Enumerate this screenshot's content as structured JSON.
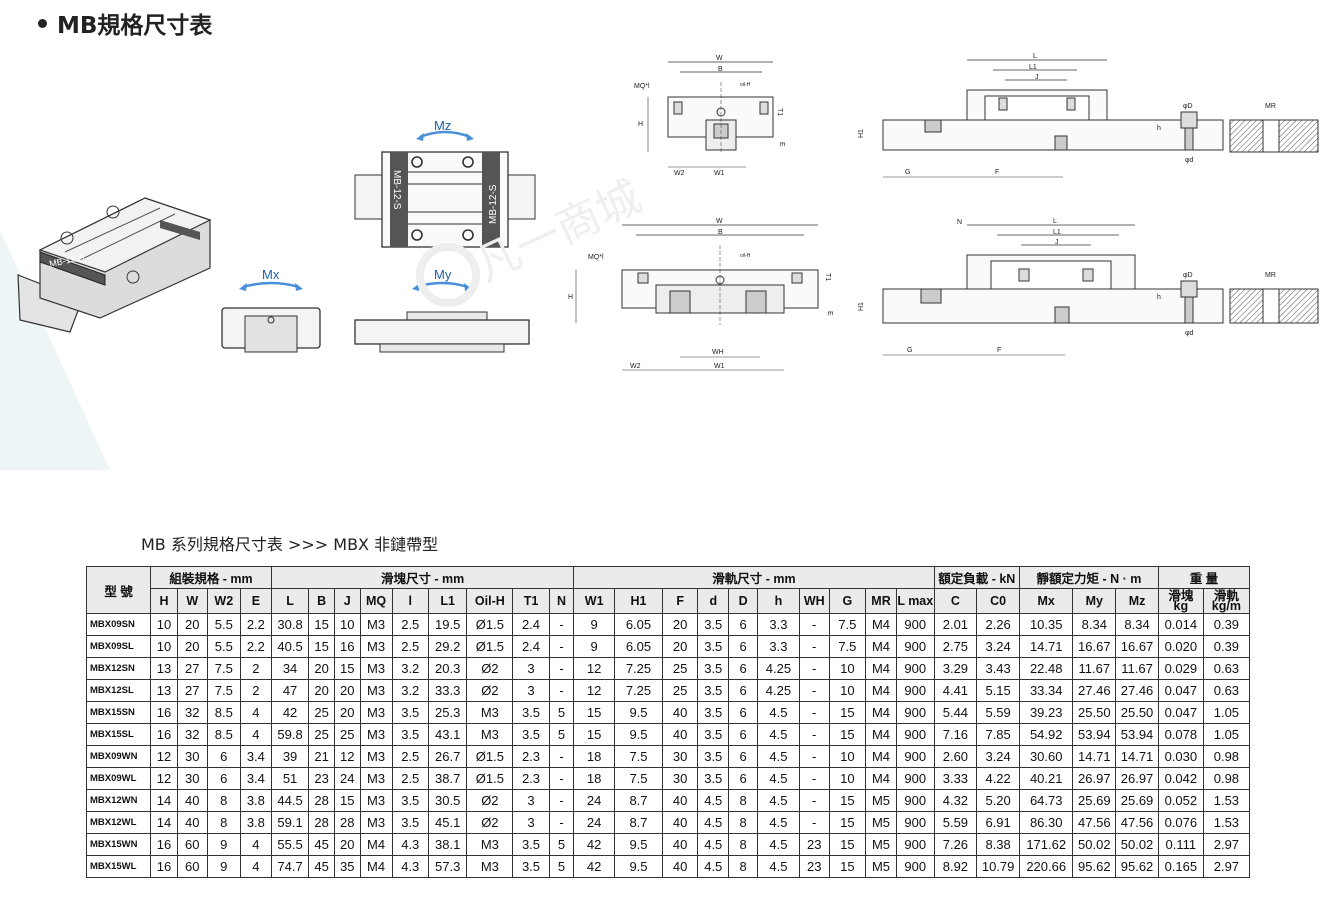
{
  "page": {
    "title": "MB規格尺寸表",
    "subtitle": "MB 系列規格尺寸表 >>>  MBX 非鏈帶型"
  },
  "figure_labels": {
    "mz": "Mz",
    "mx": "Mx",
    "my": "My",
    "block_marking_top": "MB-12-S",
    "block_marking_left": "MB-12-S",
    "block_marking_right": "MB-12-S",
    "w": "W",
    "b": "B",
    "mq": "MQ*l",
    "h": "H",
    "t1": "T1",
    "e": "E",
    "w2": "W2",
    "w1": "W1",
    "wh": "WH",
    "oil": "oil-H",
    "l": "L",
    "l1": "L1",
    "j": "J",
    "h1": "H1",
    "g": "G",
    "f": "F",
    "phi_d": "φD",
    "phi_d_small": "φd",
    "h_small": "h",
    "mr": "MR",
    "n": "N"
  },
  "watermark": {
    "text": "凡一商城"
  },
  "table": {
    "group_headers": {
      "model": "型 號",
      "assembly": "組裝規格 - mm",
      "block": "滑塊尺寸 - mm",
      "rail": "滑軌尺寸 - mm",
      "load": "額定負載 - kN",
      "moment": "靜額定力矩 - N · m",
      "weight": "重  量"
    },
    "columns": [
      "H",
      "W",
      "W2",
      "E",
      "L",
      "B",
      "J",
      "MQ",
      "l",
      "L1",
      "Oil-H",
      "T1",
      "N",
      "W1",
      "H1",
      "F",
      "d",
      "D",
      "h",
      "WH",
      "G",
      "MR",
      "L max",
      "C",
      "C0",
      "Mx",
      "My",
      "Mz"
    ],
    "weight_columns": [
      {
        "line1": "滑塊",
        "line2": "kg"
      },
      {
        "line1": "滑軌",
        "line2": "kg/m"
      }
    ],
    "rows": [
      {
        "model": "MBX09SN",
        "cells": [
          "10",
          "20",
          "5.5",
          "2.2",
          "30.8",
          "15",
          "10",
          "M3",
          "2.5",
          "19.5",
          "Ø1.5",
          "2.4",
          "-",
          "9",
          "6.05",
          "20",
          "3.5",
          "6",
          "3.3",
          "-",
          "7.5",
          "M4",
          "900",
          "2.01",
          "2.26",
          "10.35",
          "8.34",
          "8.34",
          "0.014",
          "0.39"
        ]
      },
      {
        "model": "MBX09SL",
        "cells": [
          "10",
          "20",
          "5.5",
          "2.2",
          "40.5",
          "15",
          "16",
          "M3",
          "2.5",
          "29.2",
          "Ø1.5",
          "2.4",
          "-",
          "9",
          "6.05",
          "20",
          "3.5",
          "6",
          "3.3",
          "-",
          "7.5",
          "M4",
          "900",
          "2.75",
          "3.24",
          "14.71",
          "16.67",
          "16.67",
          "0.020",
          "0.39"
        ]
      },
      {
        "model": "MBX12SN",
        "cells": [
          "13",
          "27",
          "7.5",
          "2",
          "34",
          "20",
          "15",
          "M3",
          "3.2",
          "20.3",
          "Ø2",
          "3",
          "-",
          "12",
          "7.25",
          "25",
          "3.5",
          "6",
          "4.25",
          "-",
          "10",
          "M4",
          "900",
          "3.29",
          "3.43",
          "22.48",
          "11.67",
          "11.67",
          "0.029",
          "0.63"
        ]
      },
      {
        "model": "MBX12SL",
        "cells": [
          "13",
          "27",
          "7.5",
          "2",
          "47",
          "20",
          "20",
          "M3",
          "3.2",
          "33.3",
          "Ø2",
          "3",
          "-",
          "12",
          "7.25",
          "25",
          "3.5",
          "6",
          "4.25",
          "-",
          "10",
          "M4",
          "900",
          "4.41",
          "5.15",
          "33.34",
          "27.46",
          "27.46",
          "0.047",
          "0.63"
        ]
      },
      {
        "model": "MBX15SN",
        "cells": [
          "16",
          "32",
          "8.5",
          "4",
          "42",
          "25",
          "20",
          "M3",
          "3.5",
          "25.3",
          "M3",
          "3.5",
          "5",
          "15",
          "9.5",
          "40",
          "3.5",
          "6",
          "4.5",
          "-",
          "15",
          "M4",
          "900",
          "5.44",
          "5.59",
          "39.23",
          "25.50",
          "25.50",
          "0.047",
          "1.05"
        ]
      },
      {
        "model": "MBX15SL",
        "cells": [
          "16",
          "32",
          "8.5",
          "4",
          "59.8",
          "25",
          "25",
          "M3",
          "3.5",
          "43.1",
          "M3",
          "3.5",
          "5",
          "15",
          "9.5",
          "40",
          "3.5",
          "6",
          "4.5",
          "-",
          "15",
          "M4",
          "900",
          "7.16",
          "7.85",
          "54.92",
          "53.94",
          "53.94",
          "0.078",
          "1.05"
        ]
      },
      {
        "model": "MBX09WN",
        "cells": [
          "12",
          "30",
          "6",
          "3.4",
          "39",
          "21",
          "12",
          "M3",
          "2.5",
          "26.7",
          "Ø1.5",
          "2.3",
          "-",
          "18",
          "7.5",
          "30",
          "3.5",
          "6",
          "4.5",
          "-",
          "10",
          "M4",
          "900",
          "2.60",
          "3.24",
          "30.60",
          "14.71",
          "14.71",
          "0.030",
          "0.98"
        ]
      },
      {
        "model": "MBX09WL",
        "cells": [
          "12",
          "30",
          "6",
          "3.4",
          "51",
          "23",
          "24",
          "M3",
          "2.5",
          "38.7",
          "Ø1.5",
          "2.3",
          "-",
          "18",
          "7.5",
          "30",
          "3.5",
          "6",
          "4.5",
          "-",
          "10",
          "M4",
          "900",
          "3.33",
          "4.22",
          "40.21",
          "26.97",
          "26.97",
          "0.042",
          "0.98"
        ]
      },
      {
        "model": "MBX12WN",
        "cells": [
          "14",
          "40",
          "8",
          "3.8",
          "44.5",
          "28",
          "15",
          "M3",
          "3.5",
          "30.5",
          "Ø2",
          "3",
          "-",
          "24",
          "8.7",
          "40",
          "4.5",
          "8",
          "4.5",
          "-",
          "15",
          "M5",
          "900",
          "4.32",
          "5.20",
          "64.73",
          "25.69",
          "25.69",
          "0.052",
          "1.53"
        ]
      },
      {
        "model": "MBX12WL",
        "cells": [
          "14",
          "40",
          "8",
          "3.8",
          "59.1",
          "28",
          "28",
          "M3",
          "3.5",
          "45.1",
          "Ø2",
          "3",
          "-",
          "24",
          "8.7",
          "40",
          "4.5",
          "8",
          "4.5",
          "-",
          "15",
          "M5",
          "900",
          "5.59",
          "6.91",
          "86.30",
          "47.56",
          "47.56",
          "0.076",
          "1.53"
        ]
      },
      {
        "model": "MBX15WN",
        "cells": [
          "16",
          "60",
          "9",
          "4",
          "55.5",
          "45",
          "20",
          "M4",
          "4.3",
          "38.1",
          "M3",
          "3.5",
          "5",
          "42",
          "9.5",
          "40",
          "4.5",
          "8",
          "4.5",
          "23",
          "15",
          "M5",
          "900",
          "7.26",
          "8.38",
          "171.62",
          "50.02",
          "50.02",
          "0.111",
          "2.97"
        ]
      },
      {
        "model": "MBX15WL",
        "cells": [
          "16",
          "60",
          "9",
          "4",
          "74.7",
          "45",
          "35",
          "M4",
          "4.3",
          "57.3",
          "M3",
          "3.5",
          "5",
          "42",
          "9.5",
          "40",
          "4.5",
          "8",
          "4.5",
          "23",
          "15",
          "M5",
          "900",
          "8.92",
          "10.79",
          "220.66",
          "95.62",
          "95.62",
          "0.165",
          "2.97"
        ]
      }
    ]
  }
}
